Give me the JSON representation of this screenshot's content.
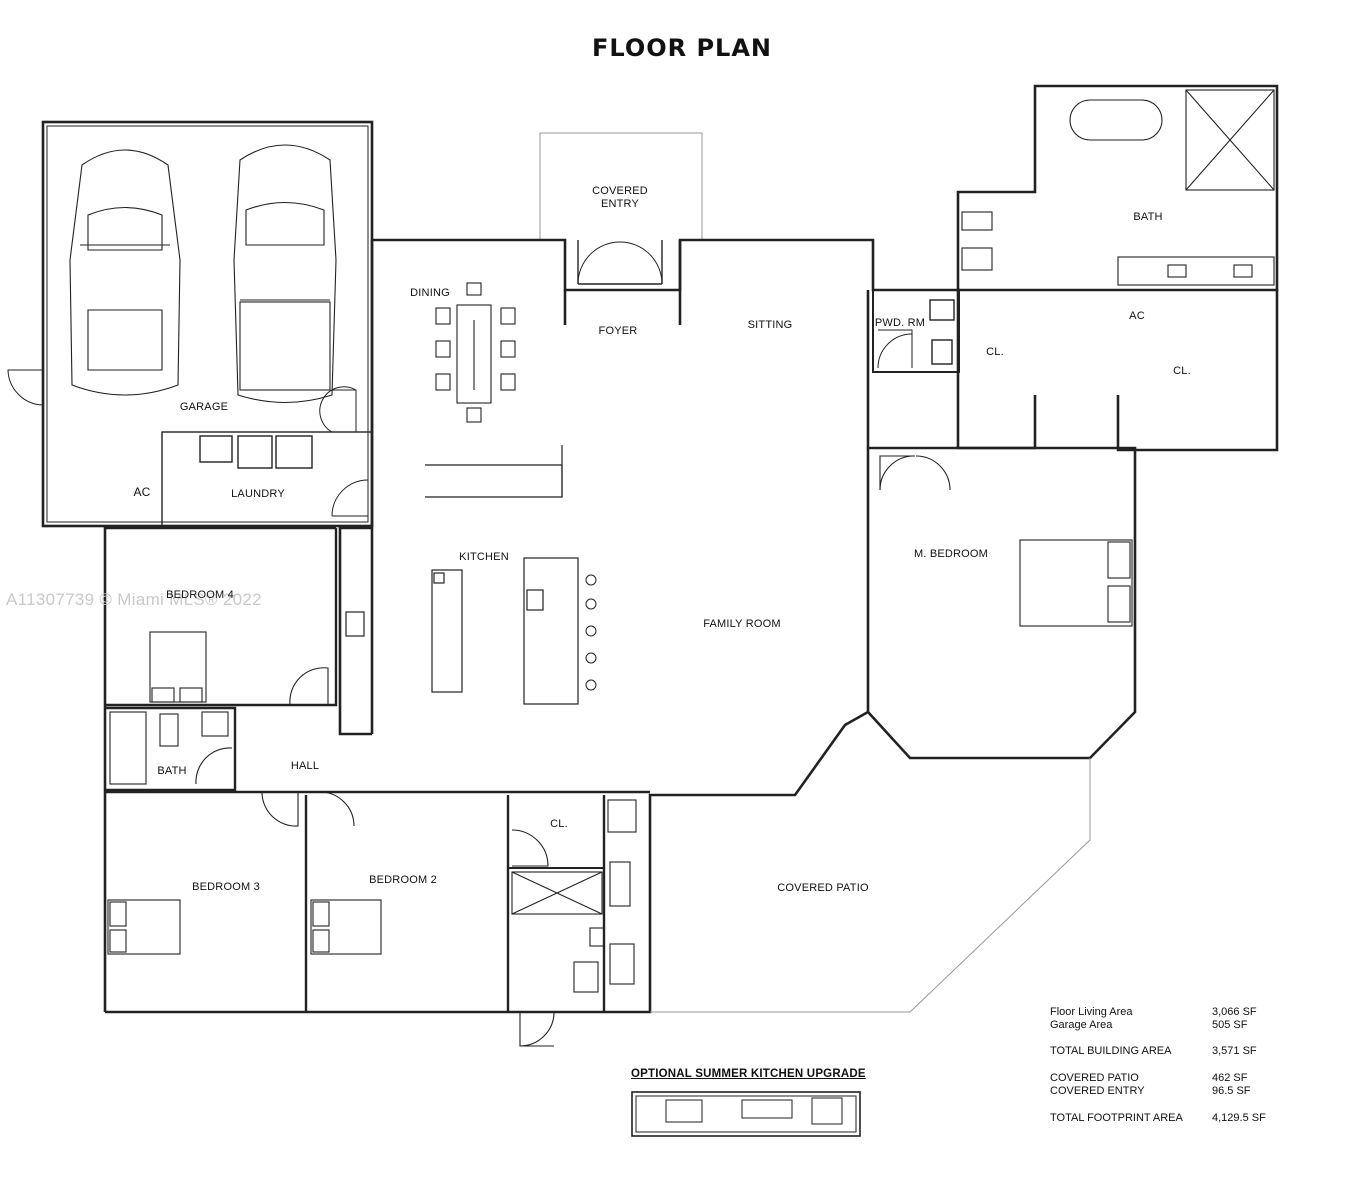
{
  "page": {
    "title": "FLOOR PLAN",
    "watermark": "A11307739 © Miami MLS® 2022"
  },
  "rooms": {
    "covered_entry": "COVERED\nENTRY",
    "dining": "DINING",
    "foyer": "FOYER",
    "sitting": "SITTING",
    "pwd_rm": "PWD. RM",
    "bath_master": "BATH",
    "ac_master": "AC",
    "cl_left": "CL.",
    "cl_right": "CL.",
    "garage": "GARAGE",
    "ac_garage": "AC",
    "laundry": "LAUNDRY",
    "kitchen": "KITCHEN",
    "family_room": "FAMILY ROOM",
    "m_bedroom": "M. BEDROOM",
    "bedroom4": "BEDROOM 4",
    "bath": "BATH",
    "hall": "HALL",
    "cl_bottom": "CL.",
    "bedroom3": "BEDROOM 3",
    "bedroom2": "BEDROOM 2",
    "covered_patio": "COVERED PATIO"
  },
  "optional": {
    "title": "OPTIONAL SUMMER KITCHEN UPGRADE"
  },
  "areas": [
    {
      "label": "Floor Living Area",
      "value": "3,066 SF"
    },
    {
      "label": "Garage Area",
      "value": "505 SF"
    },
    {
      "label": "TOTAL BUILDING AREA",
      "value": "3,571 SF"
    },
    {
      "label": "COVERED PATIO",
      "value": "462 SF"
    },
    {
      "label": "COVERED ENTRY",
      "value": "96.5 SF"
    },
    {
      "label": "TOTAL FOOTPRINT AREA",
      "value": "4,129.5 SF"
    }
  ]
}
